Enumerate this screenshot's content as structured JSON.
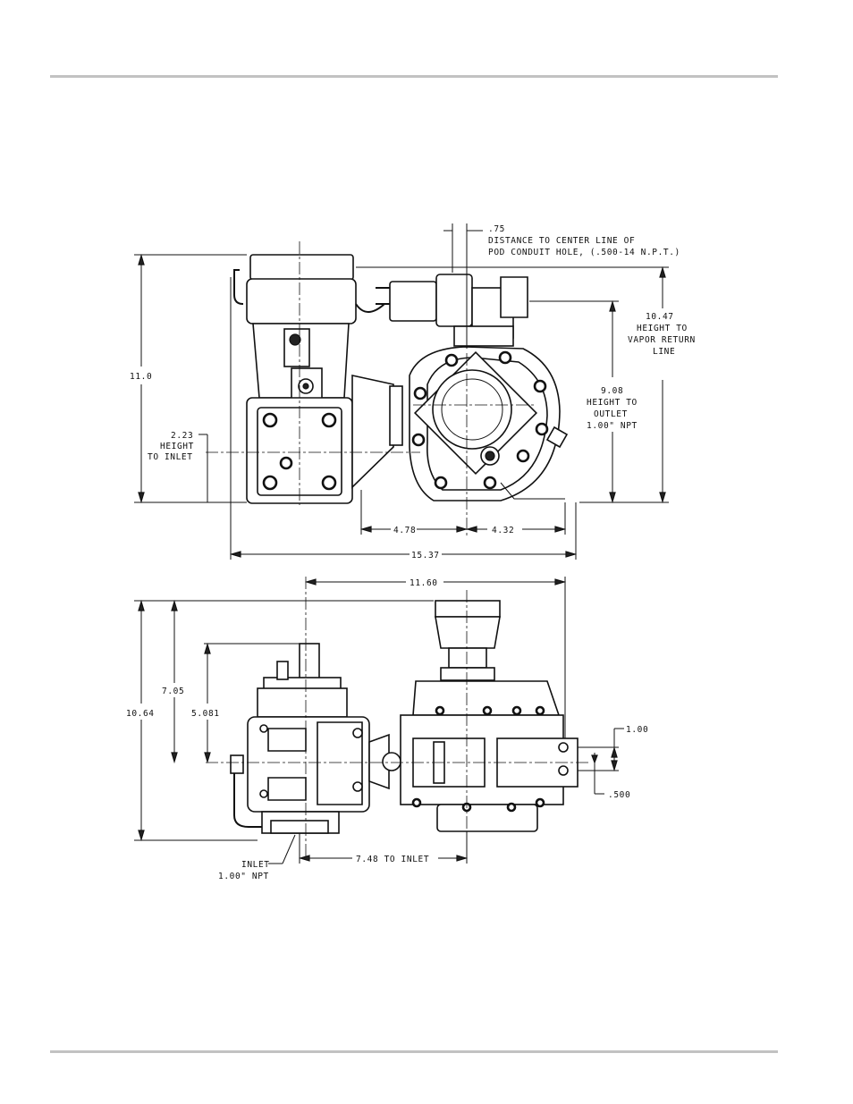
{
  "colors": {
    "rule": "#c2c2c2",
    "ink": "#111111"
  },
  "top_view": {
    "dim_conduit": {
      "value": ".75",
      "line1": "DISTANCE TO CENTER LINE OF",
      "line2": "POD CONDUIT HOLE, (.500-14 N.P.T.)"
    },
    "dim_overall_height": "11.0",
    "dim_vapor": {
      "value": "10.47",
      "line1": "HEIGHT TO",
      "line2": "VAPOR RETURN",
      "line3": "LINE"
    },
    "dim_outlet": {
      "value": "9.08",
      "line1": "HEIGHT TO",
      "line2": "OUTLET",
      "line3": "1.00\" NPT"
    },
    "dim_inlet": {
      "value": "2.23",
      "line1": "HEIGHT",
      "line2": "TO INLET"
    },
    "dim_478": "4.78",
    "dim_432": "4.32",
    "dim_1537": "15.37"
  },
  "bottom_view": {
    "dim_1160": "11.60",
    "dim_1064": "10.64",
    "dim_705": "7.05",
    "dim_5081": "5.081",
    "dim_100": "1.00",
    "dim_500": ".500",
    "dim_748": "7.48 TO INLET",
    "inlet_label": {
      "line1": "INLET",
      "line2": "1.00\" NPT"
    }
  }
}
